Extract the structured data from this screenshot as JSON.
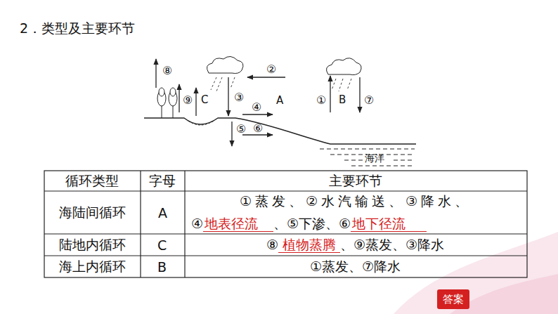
{
  "diagram": {
    "title": "2．类型及主要环节",
    "labels": [
      "⑧",
      "⑨",
      "C",
      "②",
      "③",
      "A",
      "④",
      "⑤",
      "⑥",
      "①",
      "B",
      "⑦",
      "海洋",
      "循环类型",
      "字母",
      "主要环节",
      "海陆间循环",
      "A",
      "①蒸发、②水汽输送、③降水、",
      "④",
      "地表径流",
      "、⑤下渗、⑥",
      "地下径流",
      "陆地内循环",
      "C",
      "⑧",
      "植物蒸腾",
      "、⑨蒸发、③降水",
      "海上内循环",
      "B",
      "①蒸发、⑦降水",
      "答案"
    ]
  }
}
